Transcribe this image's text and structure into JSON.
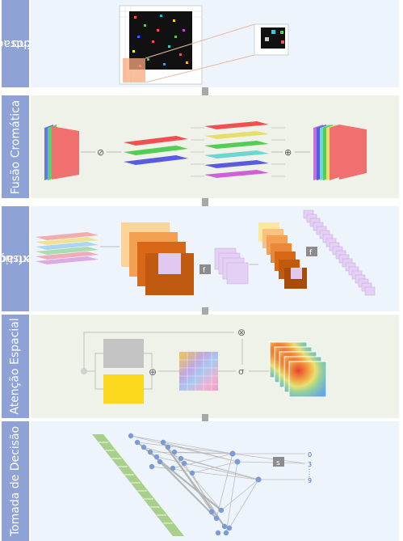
{
  "stages": [
    {
      "label_line1": "Entrada de",
      "label_line2": "Dados"
    },
    {
      "label_line1": "Fusão Cromática",
      "label_line2": ""
    },
    {
      "label_line1": "Extração de",
      "label_line2": "Características"
    },
    {
      "label_line1": "Atenção Espacial",
      "label_line2": ""
    },
    {
      "label_line1": "Tomada de Decisão",
      "label_line2": ""
    }
  ],
  "symbols": {
    "divide": "⊘",
    "plus": "⊕",
    "times": "⊗",
    "sigma": "σ",
    "f": "f",
    "s": "s"
  },
  "outputs": {
    "out0": "0",
    "out3": "3",
    "out9": "9"
  },
  "colors": {
    "label_bg": "#8ea2d6",
    "panel_blue": "#eef4fb",
    "panel_green": "#eef2e9",
    "arrow": "#a8a8a8",
    "node": "#7b9bd6"
  }
}
